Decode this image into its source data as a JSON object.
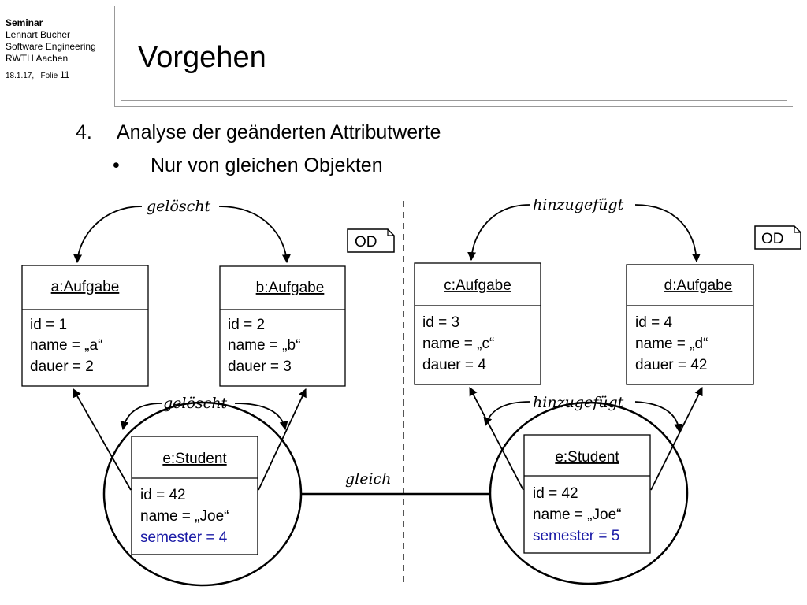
{
  "header": {
    "seminar": "Seminar",
    "author": "Lennart Bucher",
    "department": "Software Engineering",
    "university": "RWTH Aachen",
    "date": "18.1.17,",
    "folie_label": "Folie",
    "folie_number": "11"
  },
  "slide": {
    "title": "Vorgehen",
    "point_number": "4.",
    "point_text": "Analyse der geänderten Attributwerte",
    "sub_bullet": "•",
    "sub_text": "Nur von gleichen Objekten"
  },
  "diagram": {
    "od_left": "OD",
    "od_right": "OD",
    "labels": {
      "deleted_top": "gelöscht",
      "deleted_bottom": "gelöscht",
      "added_top": "hinzugefügt",
      "added_bottom": "hinzugefügt",
      "equal": "gleich"
    },
    "objects": {
      "a": {
        "name": "a:Aufgabe",
        "attrs": [
          "id = 1",
          "name = „a“",
          "dauer = 2"
        ]
      },
      "b": {
        "name": "b:Aufgabe",
        "attrs": [
          "id = 2",
          "name = „b“",
          "dauer = 3"
        ]
      },
      "c": {
        "name": "c:Aufgabe",
        "attrs": [
          "id = 3",
          "name = „c“",
          "dauer = 4"
        ]
      },
      "d": {
        "name": "d:Aufgabe",
        "attrs": [
          "id = 4",
          "name = „d“",
          "dauer = 42"
        ]
      },
      "e_left": {
        "name": "e:Student",
        "attrs": [
          "id = 42",
          "name = „Joe“",
          "semester = 4"
        ]
      },
      "e_right": {
        "name": "e:Student",
        "attrs": [
          "id = 42",
          "name = „Joe“",
          "semester = 5"
        ]
      }
    },
    "colors": {
      "changed_attribute": "#1a1aa6",
      "line": "#000000",
      "divider": "#555555"
    }
  }
}
